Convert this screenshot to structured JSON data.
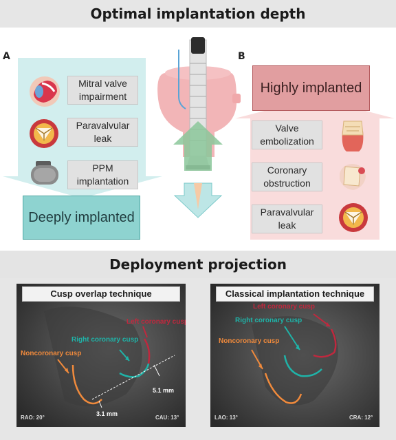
{
  "header_top": {
    "title": "Optimal implantation depth"
  },
  "panel_a": {
    "letter": "A",
    "items": [
      {
        "label": "Mitral valve impairment",
        "icon": "mitral-valve-icon"
      },
      {
        "label": "Paravalvular leak",
        "icon": "paravalvular-leak-icon"
      },
      {
        "label": "PPM implantation",
        "icon": "pacemaker-icon"
      }
    ],
    "result": "Deeply implanted",
    "color": "#8ed3d0"
  },
  "panel_b": {
    "letter": "B",
    "result": "Highly implanted",
    "items": [
      {
        "label": "Valve embolization",
        "icon": "valve-embolization-icon"
      },
      {
        "label": "Coronary obstruction",
        "icon": "coronary-obstruction-icon"
      },
      {
        "label": "Paravalvular leak",
        "icon": "paravalvular-leak-icon"
      }
    ],
    "color": "#e19ea0"
  },
  "header_bottom": {
    "title": "Deployment projection"
  },
  "left_image": {
    "title": "Cusp overlap technique",
    "left_coronary": "Left coronary cusp",
    "right_coronary": "Right coronary cusp",
    "noncoronary": "Noncoronary cusp",
    "meas_right": "5.1 mm",
    "meas_left": "3.1 mm",
    "view_left": "RAO: 20°",
    "view_right": "CAU: 13°"
  },
  "right_image": {
    "title": "Classical implantation technique",
    "left_coronary": "Left coronary cusp",
    "right_coronary": "Right coronary cusp",
    "noncoronary": "Noncoronary cusp",
    "view_left": "LAO: 13°",
    "view_right": "CRA: 12°"
  },
  "colors": {
    "left_coronary": "#c0283e",
    "right_coronary": "#1fb3a8",
    "noncoronary": "#f08a3c"
  }
}
